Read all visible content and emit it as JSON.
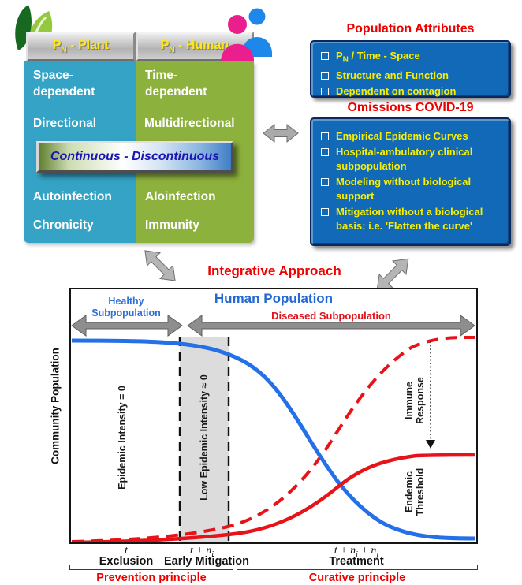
{
  "colors": {
    "plant_cell": "#35a3c6",
    "human_cell": "#8db13d",
    "box_blue": "#1169b8",
    "box_border": "#09295e",
    "title_red": "#ee0000",
    "bullet_yellow": "#f8ef00",
    "curve_blue": "#2470e8",
    "curve_red": "#e81219",
    "arrow_gray": "#8e8e8e",
    "band_gray": "#dcdcdc"
  },
  "icons": {
    "leaf_icon": "🍃",
    "people_icon": "👥",
    "exchange_arrow_icon": "⬌",
    "diagonal_arrow_icon": "⤢",
    "checkbox_bullet_icon": "❑",
    "dotted_arrow_icon": "↓"
  },
  "table": {
    "plant_header": {
      "base": "P",
      "sub": "N",
      "rest": " - Plant"
    },
    "human_header": {
      "base": "P",
      "sub": "N",
      "rest": " - Human"
    },
    "plant": {
      "r1": "Space-\ndependent",
      "r2": "Directional",
      "r3": "Autoinfection",
      "r4": "Chronicity"
    },
    "human": {
      "r1": "Time-\ndependent",
      "r2": "Multidirectional",
      "r3": "Aloinfection",
      "r4": "Immunity"
    },
    "banner": "Continuous - Discontinuous"
  },
  "population_attributes": {
    "title": "Population Attributes",
    "item1": {
      "base": "P",
      "sub": "N",
      "rest": " / Time - Space"
    },
    "item2": "Structure and Function",
    "item3": "Dependent on contagion"
  },
  "omissions": {
    "title": "Omissions COVID-19",
    "items": [
      "Empirical Epidemic Curves",
      "Hospital-ambulatory clinical subpopulation",
      "Modeling without biological support",
      "Mitigation without a biological basis: i.e. 'Flatten the curve'"
    ]
  },
  "integrative_title": "Integrative Approach",
  "chart": {
    "title": "Human Population",
    "y_axis_label": "Community Population",
    "healthy_label": "Healthy\nSubpopulation",
    "diseased_label": "Diseased Subpopulation",
    "zone1_label": "Epidemic Intensity = 0",
    "zone2_label": "Low Epidemic Intensity ≈ 0",
    "immune_label": "Immune\nResponse",
    "endemic_label": "Endemic\nThreshold",
    "tick1": "t",
    "tick2": {
      "pre": "t + n",
      "sub": "i"
    },
    "tick3": {
      "pre": "t + n",
      "sub1": "i",
      "mid": " + n",
      "sub2": "j"
    },
    "phase1": "Exclusion",
    "phase2": "Early Mitigation",
    "phase3": "Treatment",
    "principle_left": "Prevention principle",
    "principle_right": "Curative principle"
  },
  "chart_data": {
    "type": "line",
    "title": "Human Population",
    "ylabel": "Community Population",
    "xlabel_ticks": [
      "t",
      "t + n_i",
      "t + n_i + n_j"
    ],
    "x_phases": [
      "Exclusion",
      "Early Mitigation",
      "Treatment"
    ],
    "principles": [
      "Prevention principle",
      "Curative principle"
    ],
    "axis_note": "conceptual diagram; x = time (normalized 0-1), y = fraction of community population (normalized 0-1)",
    "grid": false,
    "legend": "none",
    "regions": [
      {
        "label": "Healthy Subpopulation",
        "x_range": [
          0,
          0.27
        ]
      },
      {
        "label": "Diseased Subpopulation",
        "x_range": [
          0.29,
          1.0
        ]
      },
      {
        "label": "Low Epidemic Intensity ≈ 0 band (shaded)",
        "x_range": [
          0.27,
          0.39
        ]
      }
    ],
    "annotations": [
      "Epidemic Intensity = 0",
      "Low Epidemic Intensity ≈ 0",
      "Immune Response",
      "Endemic Threshold"
    ],
    "x": [
      0,
      0.25,
      0.33,
      0.4,
      0.47,
      0.55,
      0.62,
      0.7,
      0.8,
      1.0
    ],
    "series": [
      {
        "name": "Healthy subpopulation",
        "color": "#2470e8",
        "style": "solid",
        "y": [
          0.98,
          0.97,
          0.93,
          0.85,
          0.7,
          0.5,
          0.3,
          0.13,
          0.03,
          0.02
        ]
      },
      {
        "name": "Diseased subpopulation without immune response",
        "color": "#e81219",
        "style": "dashed",
        "y": [
          0.01,
          0.03,
          0.08,
          0.18,
          0.35,
          0.58,
          0.78,
          0.92,
          0.99,
          1.0
        ]
      },
      {
        "name": "Diseased subpopulation with immune response (endemic threshold)",
        "color": "#e81219",
        "style": "solid",
        "y": [
          0.005,
          0.02,
          0.04,
          0.08,
          0.15,
          0.23,
          0.3,
          0.34,
          0.35,
          0.35
        ]
      }
    ]
  }
}
